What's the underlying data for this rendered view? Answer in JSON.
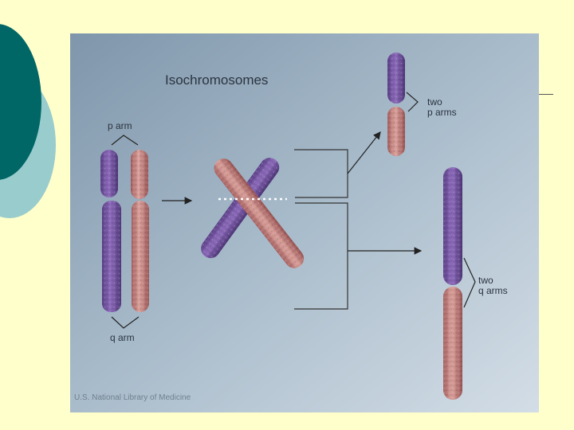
{
  "figure": {
    "title": "Isochromosomes",
    "labels": {
      "p_arm": "p arm",
      "q_arm": "q arm",
      "two_p_line1": "two",
      "two_p_line2": "p arms",
      "two_q_line1": "two",
      "two_q_line2": "q arms"
    },
    "credit": "U.S. National Library of Medicine"
  },
  "colors": {
    "slide_background": "#ffffcc",
    "circle_dark": "#006666",
    "circle_light": "#99cccc",
    "chromatid_purple": "#7a5aa6",
    "chromatid_pink": "#c48480",
    "figure_background": "#a9bccb"
  }
}
